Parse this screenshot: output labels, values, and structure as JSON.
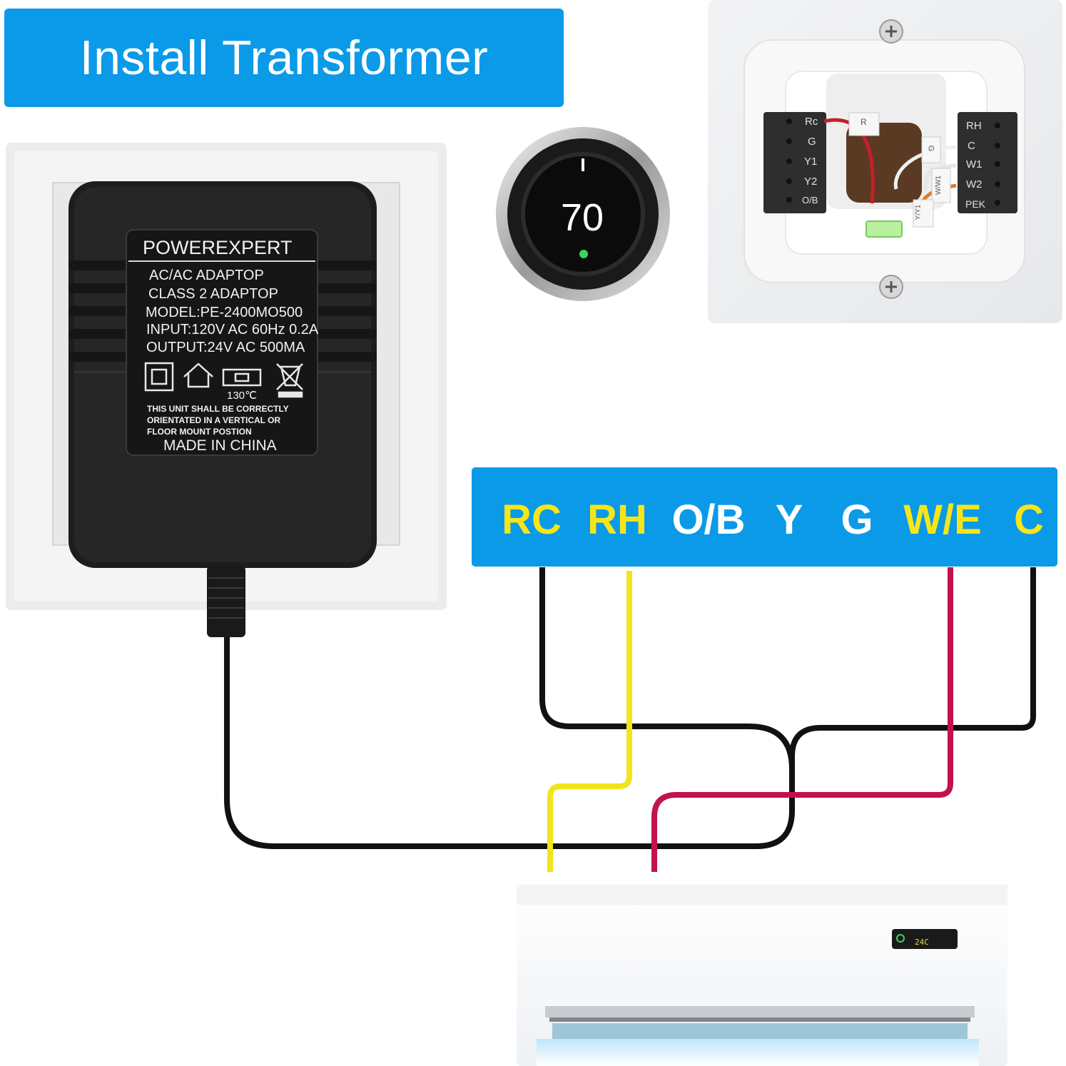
{
  "title": "Install Transformer",
  "adapter": {
    "brand": "POWEREXPERT",
    "lines": [
      "AC/AC ADAPTOP",
      "CLASS 2 ADAPTOP",
      "MODEL:PE-2400MO500",
      "INPUT:120V AC 60Hz 0.2A",
      "OUTPUT:24V AC 500MA"
    ],
    "temp_rating": "130℃",
    "warning": [
      "THIS UNIT SHALL BE CORRECTLY",
      "ORIENTATED IN A VERTICAL OR",
      "FLOOR MOUNT POSTION"
    ],
    "origin": "MADE IN CHINA"
  },
  "thermostat": {
    "temperature": "70"
  },
  "wall_plate": {
    "left_terminals": [
      "Rc",
      "G",
      "Y1",
      "Y2",
      "O/B"
    ],
    "right_terminals": [
      "RH",
      "C",
      "W1",
      "W2",
      "PEK"
    ],
    "wire_tags": [
      "R",
      "G",
      "W/W1",
      "Y/Y1"
    ]
  },
  "terminals": [
    {
      "label": "RC",
      "color": "#f5e61a"
    },
    {
      "label": "RH",
      "color": "#f5e61a"
    },
    {
      "label": "O/B",
      "color": "#ffffff"
    },
    {
      "label": "Y",
      "color": "#ffffff"
    },
    {
      "label": "G",
      "color": "#ffffff"
    },
    {
      "label": "W/E",
      "color": "#f5e61a"
    },
    {
      "label": "C",
      "color": "#f5e61a"
    }
  ],
  "ac_unit": {
    "display": "24C"
  },
  "colors": {
    "banner_blue": "#0a9ae8",
    "wire_black": "#111111",
    "wire_yellow": "#f2e41c",
    "wire_red": "#c2124a"
  }
}
